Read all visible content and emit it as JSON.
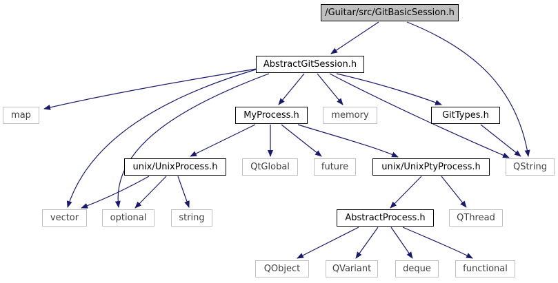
{
  "graph": {
    "nodes": [
      {
        "id": "root",
        "label": "/Guitar/src/GitBasicSession.h",
        "kind": "main"
      },
      {
        "id": "ags",
        "label": "AbstractGitSession.h",
        "kind": "doc"
      },
      {
        "id": "map",
        "label": "map",
        "kind": "ext"
      },
      {
        "id": "myp",
        "label": "MyProcess.h",
        "kind": "doc"
      },
      {
        "id": "memory",
        "label": "memory",
        "kind": "ext"
      },
      {
        "id": "gtypes",
        "label": "GitTypes.h",
        "kind": "doc"
      },
      {
        "id": "uup",
        "label": "unix/UnixProcess.h",
        "kind": "doc"
      },
      {
        "id": "qtglobal",
        "label": "QtGlobal",
        "kind": "ext"
      },
      {
        "id": "future",
        "label": "future",
        "kind": "ext"
      },
      {
        "id": "upty",
        "label": "unix/UnixPtyProcess.h",
        "kind": "doc"
      },
      {
        "id": "qstring",
        "label": "QString",
        "kind": "ext"
      },
      {
        "id": "vector",
        "label": "vector",
        "kind": "ext"
      },
      {
        "id": "optional",
        "label": "optional",
        "kind": "ext"
      },
      {
        "id": "string",
        "label": "string",
        "kind": "ext"
      },
      {
        "id": "abproc",
        "label": "AbstractProcess.h",
        "kind": "doc"
      },
      {
        "id": "qthread",
        "label": "QThread",
        "kind": "ext"
      },
      {
        "id": "qobject",
        "label": "QObject",
        "kind": "ext"
      },
      {
        "id": "qvariant",
        "label": "QVariant",
        "kind": "ext"
      },
      {
        "id": "deque",
        "label": "deque",
        "kind": "ext"
      },
      {
        "id": "functional",
        "label": "functional",
        "kind": "ext"
      }
    ],
    "edges": [
      {
        "from": "root",
        "to": "ags"
      },
      {
        "from": "root",
        "to": "qstring"
      },
      {
        "from": "ags",
        "to": "map"
      },
      {
        "from": "ags",
        "to": "myp"
      },
      {
        "from": "ags",
        "to": "memory"
      },
      {
        "from": "ags",
        "to": "gtypes"
      },
      {
        "from": "ags",
        "to": "qstring"
      },
      {
        "from": "ags",
        "to": "vector"
      },
      {
        "from": "ags",
        "to": "optional"
      },
      {
        "from": "myp",
        "to": "uup"
      },
      {
        "from": "myp",
        "to": "qtglobal"
      },
      {
        "from": "myp",
        "to": "future"
      },
      {
        "from": "myp",
        "to": "upty"
      },
      {
        "from": "gtypes",
        "to": "qstring"
      },
      {
        "from": "uup",
        "to": "vector"
      },
      {
        "from": "uup",
        "to": "optional"
      },
      {
        "from": "uup",
        "to": "string"
      },
      {
        "from": "upty",
        "to": "abproc"
      },
      {
        "from": "upty",
        "to": "qthread"
      },
      {
        "from": "abproc",
        "to": "qobject"
      },
      {
        "from": "abproc",
        "to": "qvariant"
      },
      {
        "from": "abproc",
        "to": "deque"
      },
      {
        "from": "abproc",
        "to": "functional"
      }
    ],
    "colors": {
      "edge": "#191970",
      "main_fill": "#bfbfbf",
      "doc_border": "#000000",
      "ext_border": "#bfbfbf",
      "ext_text": "#404040"
    }
  }
}
